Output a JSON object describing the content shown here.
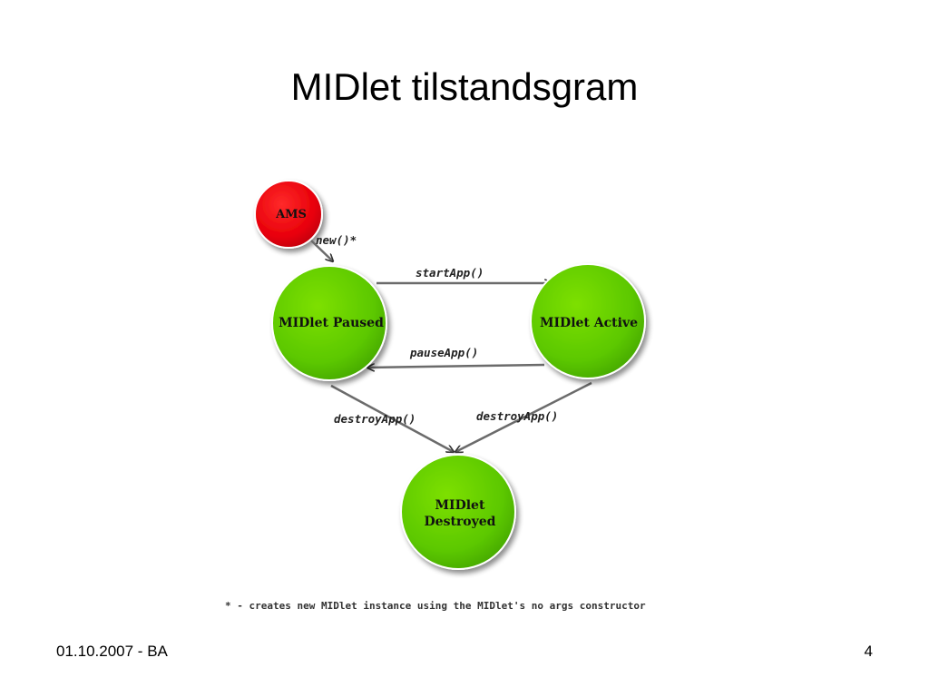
{
  "title": "MIDlet tilstandsgram",
  "diagram": {
    "nodes": {
      "ams": "AMS",
      "paused": "MIDlet Paused",
      "active": "MIDlet Active",
      "destroyed_line1": "MIDlet",
      "destroyed_line2": "Destroyed"
    },
    "edges": {
      "new": "new()*",
      "start": "startApp()",
      "pause": "pauseApp()",
      "destroy_from_paused": "destroyApp()",
      "destroy_from_active": "destroyApp()"
    },
    "colors": {
      "ams": "#e8000a",
      "state": "#5cc800",
      "edge": "#6b6b6b"
    },
    "footnote": "* - creates new MIDlet instance using the MIDlet's no args constructor"
  },
  "footer": {
    "left": "01.10.2007 - BA",
    "page": "4"
  }
}
